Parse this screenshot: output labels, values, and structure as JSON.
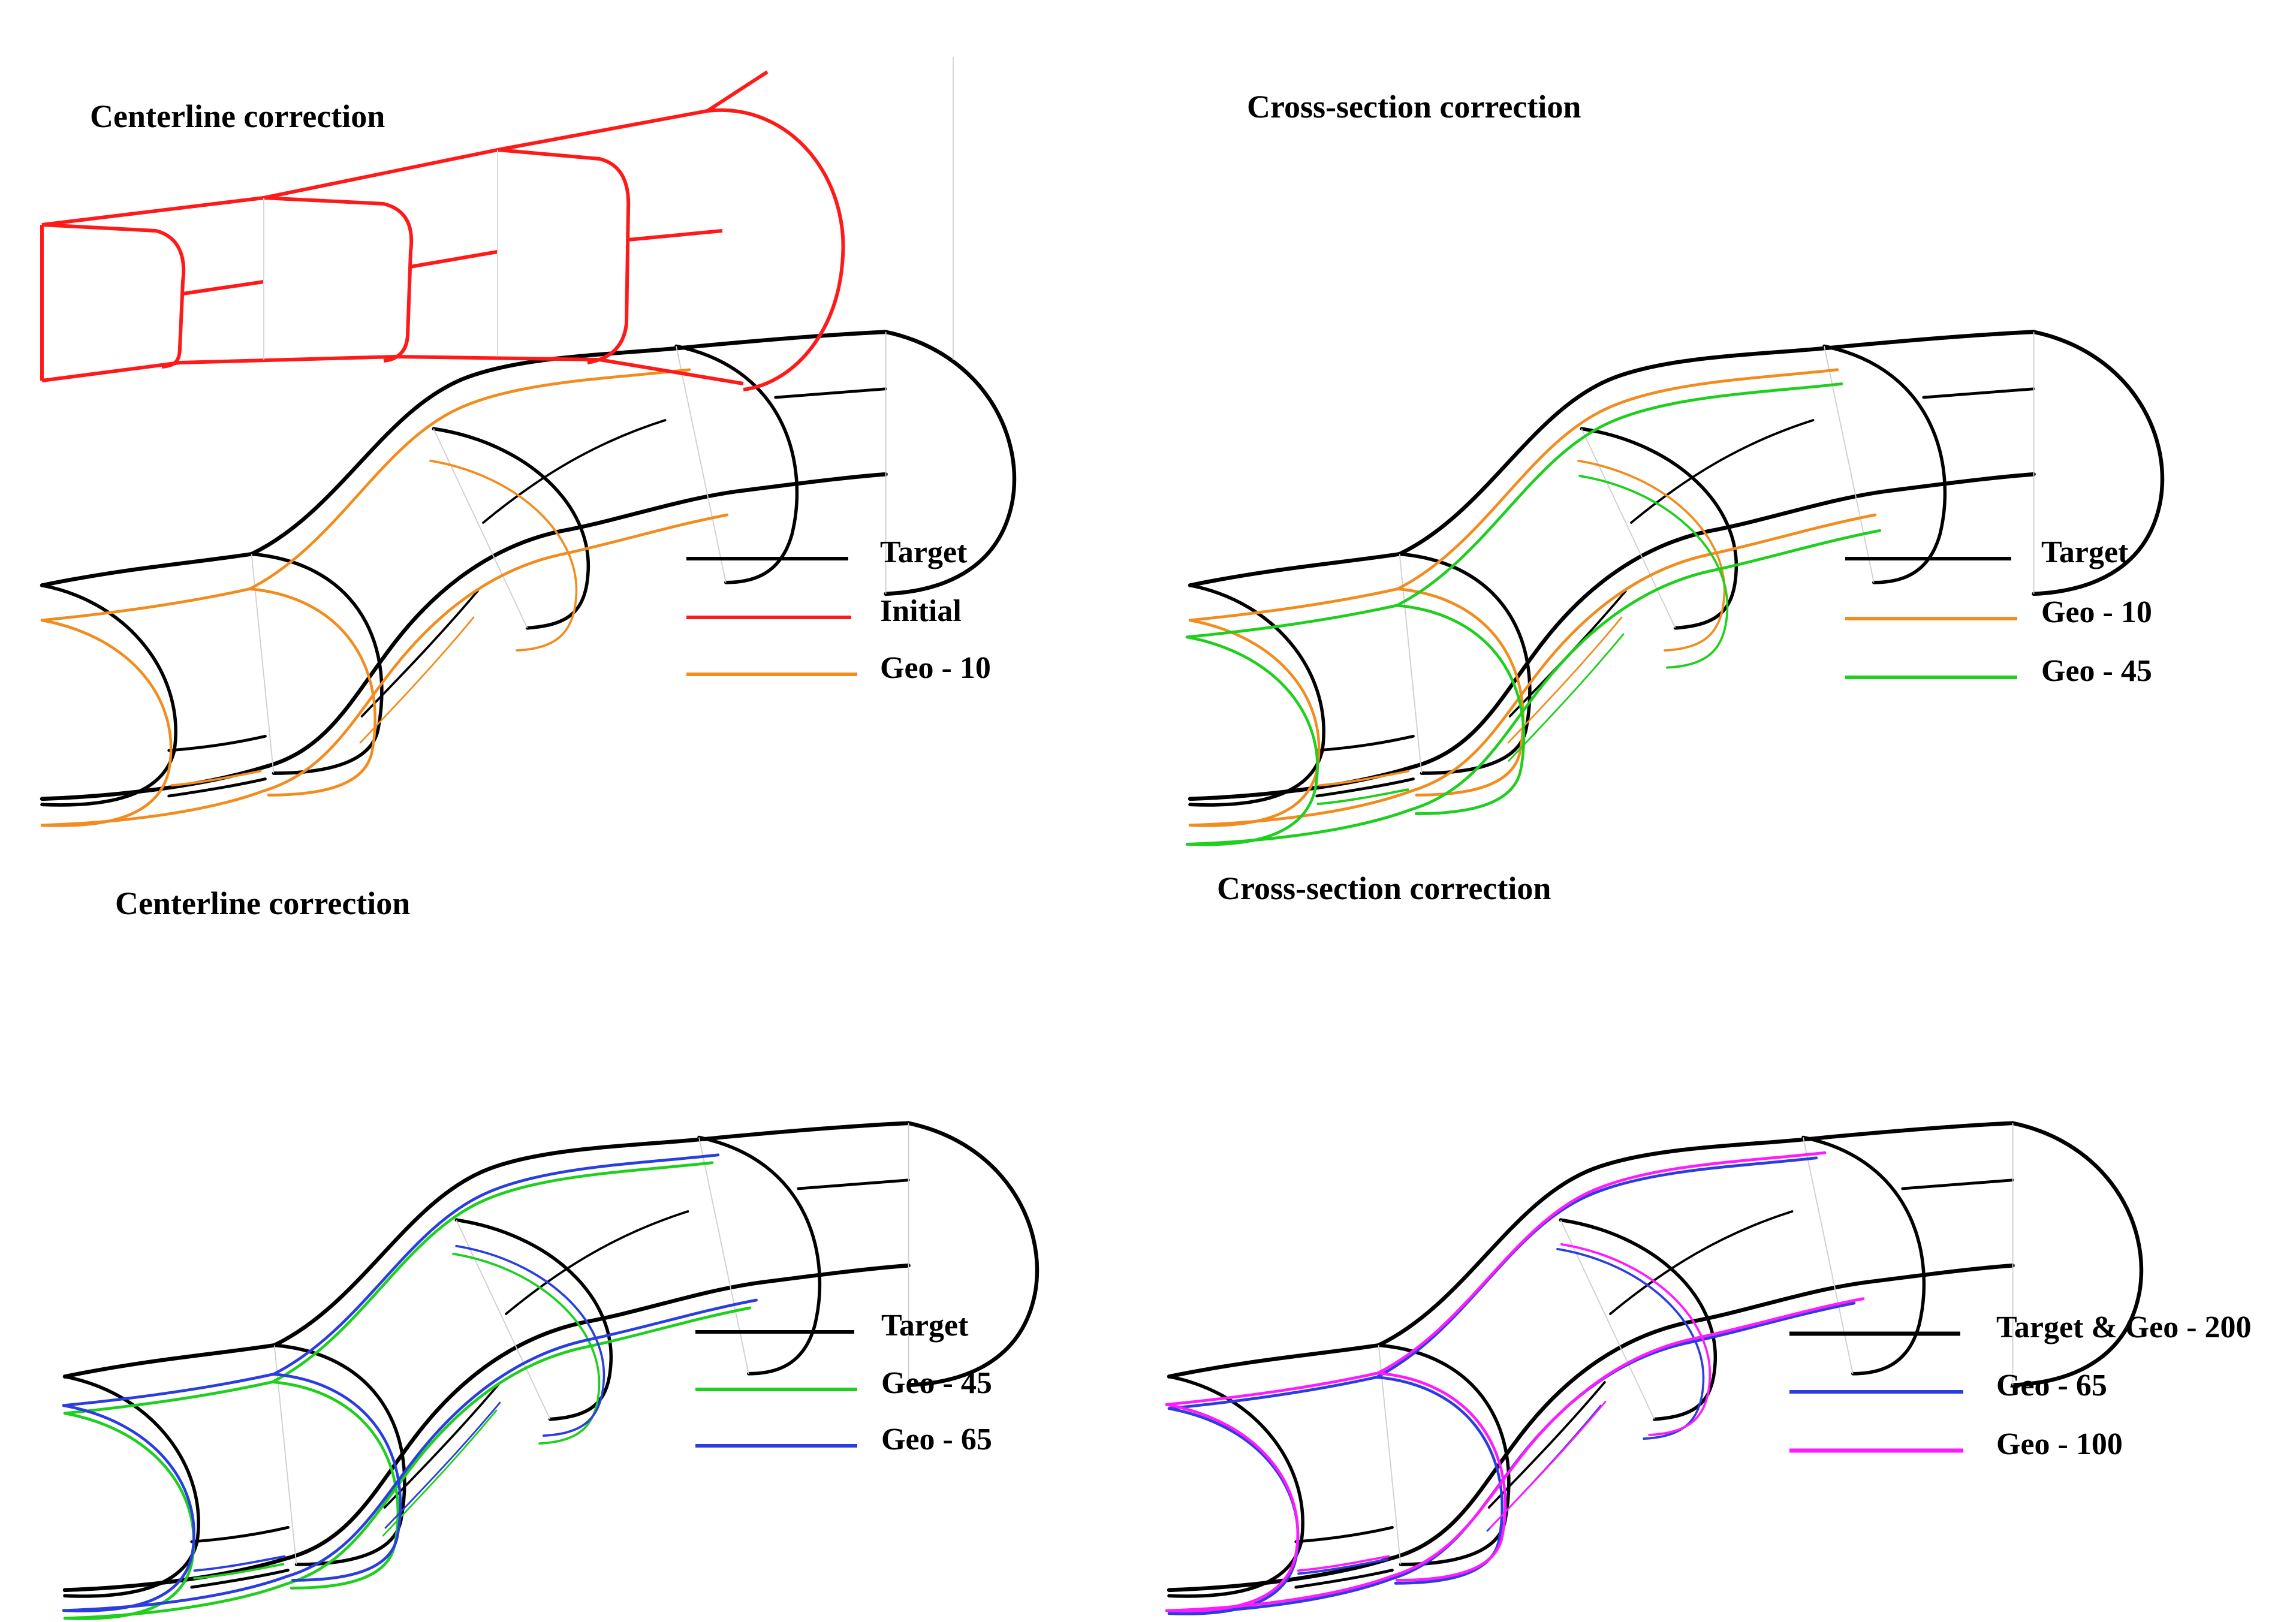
{
  "colors": {
    "target": "#000000",
    "initial": "#ff1a1a",
    "geo10": "#f28c1e",
    "geo45": "#1ecf1e",
    "geo65": "#2a3de0",
    "geo100": "#ff1aff"
  },
  "panels": [
    {
      "title": "Centerline correction",
      "legend": [
        {
          "label": "Target",
          "color_key": "target"
        },
        {
          "label": "Initial",
          "color_key": "initial"
        },
        {
          "label": "Geo - 10",
          "color_key": "geo10"
        }
      ]
    },
    {
      "title": "Cross-section correction",
      "legend": [
        {
          "label": "Target",
          "color_key": "target"
        },
        {
          "label": "Geo - 10",
          "color_key": "geo10"
        },
        {
          "label": "Geo - 45",
          "color_key": "geo45"
        }
      ]
    },
    {
      "title": "Centerline correction",
      "legend": [
        {
          "label": "Target",
          "color_key": "target"
        },
        {
          "label": "Geo - 45",
          "color_key": "geo45"
        },
        {
          "label": "Geo - 65",
          "color_key": "geo65"
        }
      ]
    },
    {
      "title": "Cross-section correction",
      "legend": [
        {
          "label": "Target & Geo - 200",
          "color_key": "target"
        },
        {
          "label": "Geo - 65",
          "color_key": "geo65"
        },
        {
          "label": "Geo - 100",
          "color_key": "geo100"
        }
      ]
    }
  ]
}
